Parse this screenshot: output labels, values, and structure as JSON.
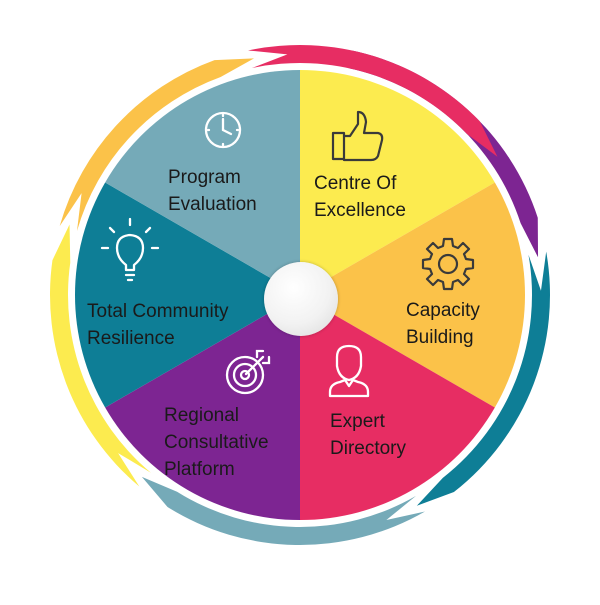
{
  "segments": [
    {
      "id": "centre-of-excellence",
      "lines": [
        "Centre Of",
        "Excellence"
      ],
      "color": "#FCEB4F",
      "icon": "thumbs-up-icon"
    },
    {
      "id": "capacity-building",
      "lines": [
        "Capacity",
        "Building"
      ],
      "color": "#FBC249",
      "icon": "gear-icon"
    },
    {
      "id": "expert-directory",
      "lines": [
        "Expert",
        "Directory"
      ],
      "color": "#E72D63",
      "icon": "user-icon"
    },
    {
      "id": "regional-consultative-platform",
      "lines": [
        "Regional",
        "Consultative",
        "Platform"
      ],
      "color": "#7D2592",
      "icon": "target-icon"
    },
    {
      "id": "total-community-resilience",
      "lines": [
        "Total Community",
        "Resilience"
      ],
      "color": "#0E7E96",
      "icon": "lightbulb-icon"
    },
    {
      "id": "program-evaluation",
      "lines": [
        "Program",
        "Evaluation"
      ],
      "color": "#75AAB8",
      "icon": "clock-icon"
    }
  ],
  "ring_colors": {
    "top_right": "#7D2592",
    "right": "#0E7E96",
    "bottom_right": "#75AAB8",
    "bottom_left": "#FCEB4F",
    "left": "#FBC249",
    "top_left": "#E72D63"
  }
}
